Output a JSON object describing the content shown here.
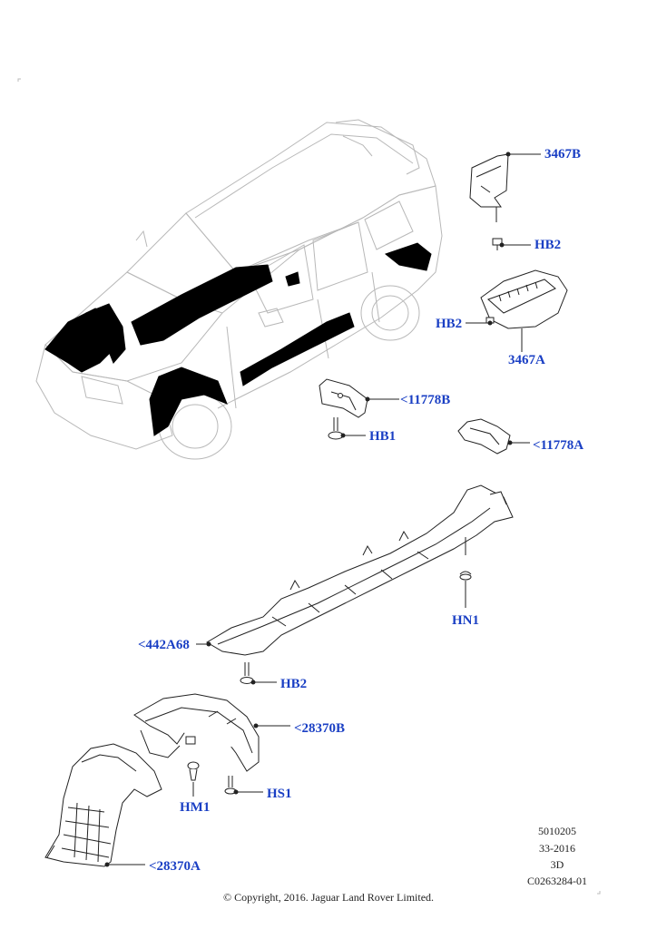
{
  "callouts": {
    "c3467B": "3467B",
    "hb2_top": "HB2",
    "hb2_left": "HB2",
    "c3467A": "3467A",
    "c11778B": "<11778B",
    "hb1": "HB1",
    "c11778A": "<11778A",
    "hn1": "HN1",
    "c442A68": "<442A68",
    "hb2_bottom": "HB2",
    "c28370B": "<28370B",
    "hs1": "HS1",
    "hm1": "HM1",
    "c28370A": "<28370A"
  },
  "meta": {
    "code1": "5010205",
    "code2": "33-2016",
    "code3": "3D",
    "code4": "C0263284-01"
  },
  "copyright": "© Copyright, 2016. Jaguar Land Rover Limited.",
  "colors": {
    "callout_text": "#1a3fc4",
    "line": "#222222",
    "highlight": "#000000"
  }
}
